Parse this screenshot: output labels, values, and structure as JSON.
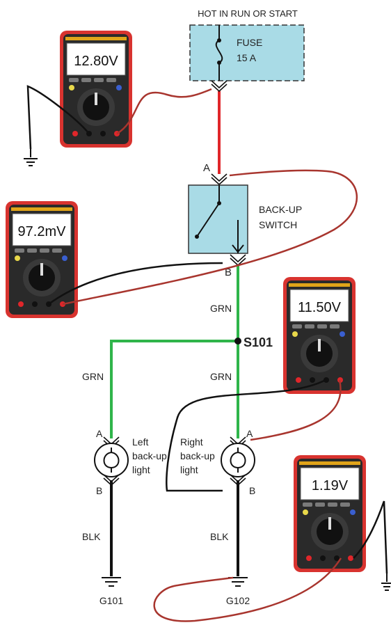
{
  "header": {
    "supply_label": "HOT IN RUN OR START"
  },
  "fuse": {
    "name": "FUSE",
    "rating": "15 A"
  },
  "switch": {
    "name_line1": "BACK-UP",
    "name_line2": "SWITCH",
    "terminal_a": "A",
    "terminal_b": "B"
  },
  "splice": {
    "name": "S101"
  },
  "wires": {
    "grn_upper": "GRN",
    "grn_left": "GRN",
    "grn_right": "GRN",
    "blk_left": "BLK",
    "blk_right": "BLK"
  },
  "lamps": {
    "left": {
      "line1": "Left",
      "line2": "back-up",
      "line3": "light",
      "terminal_a": "A",
      "terminal_b": "B"
    },
    "right": {
      "line1": "Right",
      "line2": "back-up",
      "line3": "light",
      "terminal_a": "A",
      "terminal_b": "B"
    }
  },
  "grounds": {
    "left": "G101",
    "right": "G102"
  },
  "meters": {
    "m1": {
      "reading": "12.80V"
    },
    "m2": {
      "reading": "97.2mV"
    },
    "m3": {
      "reading": "11.50V"
    },
    "m4": {
      "reading": "1.19V"
    }
  },
  "colors": {
    "wire_red": "#e0262a",
    "wire_green": "#2fb54a",
    "wire_black": "#111111",
    "lead_red": "#a8352e",
    "component_fill": "#a9dbe6",
    "meter_body": "#d8332f"
  }
}
